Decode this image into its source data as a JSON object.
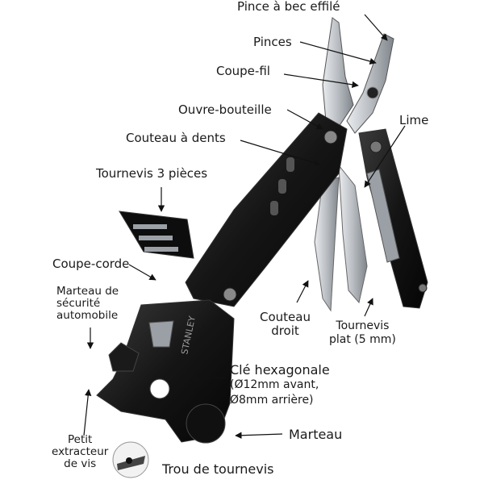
{
  "labels": {
    "pince_bec_effile": "Pince à bec effilé",
    "pinces": "Pinces",
    "coupe_fil": "Coupe-fil",
    "ouvre_bouteille": "Ouvre-bouteille",
    "couteau_dents": "Couteau à dents",
    "lime": "Lime",
    "tournevis_3_pieces": "Tournevis 3 pièces",
    "coupe_corde": "Coupe-corde",
    "marteau_securite": [
      "Marteau de",
      "sécurité",
      "automobile"
    ],
    "couteau_droit": [
      "Couteau",
      "droit"
    ],
    "tournevis_plat": [
      "Tournevis",
      "plat (5 mm)"
    ],
    "cle_hexagonale": [
      "Clé hexagonale",
      "(Ø12mm avant,",
      "Ø8mm arrière)"
    ],
    "marteau": "Marteau",
    "petit_extracteur": [
      "Petit",
      "extracteur",
      "de vis"
    ],
    "trou_tournevis": "Trou de tournevis"
  },
  "engraving": "STANLEY",
  "colors": {
    "tool_black": "#161616",
    "tool_edge": "#3a3a3a",
    "steel": "#c9ccd0",
    "steel_dark": "#8e9297",
    "arrow": "#111111"
  }
}
